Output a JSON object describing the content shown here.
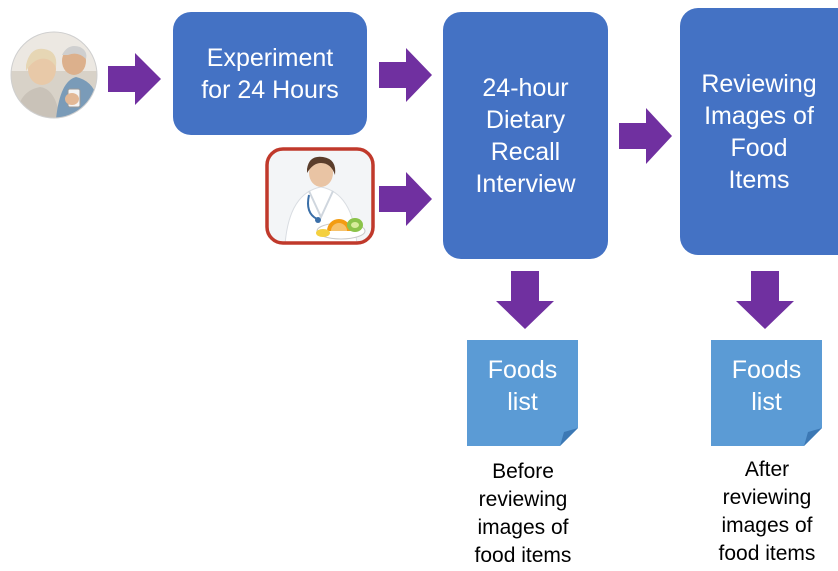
{
  "diagram": {
    "nodes": {
      "experiment": "Experiment\nfor 24 Hours",
      "recall": "24-hour\nDietary\nRecall\nInterview",
      "reviewing": "Reviewing\nImages of\nFood\nItems"
    },
    "notes": {
      "foods_list_1": "Foods\nlist",
      "foods_list_2": "Foods\nlist"
    },
    "captions": {
      "before": "Before\nreviewing\nimages of\nfood items",
      "after": "After\nreviewing\nimages of\nfood items"
    },
    "colors": {
      "box": "#4472c4",
      "note": "#5b9bd5",
      "arrow": "#7030a0",
      "photo_border": "#c0392b"
    },
    "icons": {
      "photo_1": "elderly-couple-with-phone-photo",
      "photo_2": "dietitian-with-fruit-photo"
    }
  }
}
